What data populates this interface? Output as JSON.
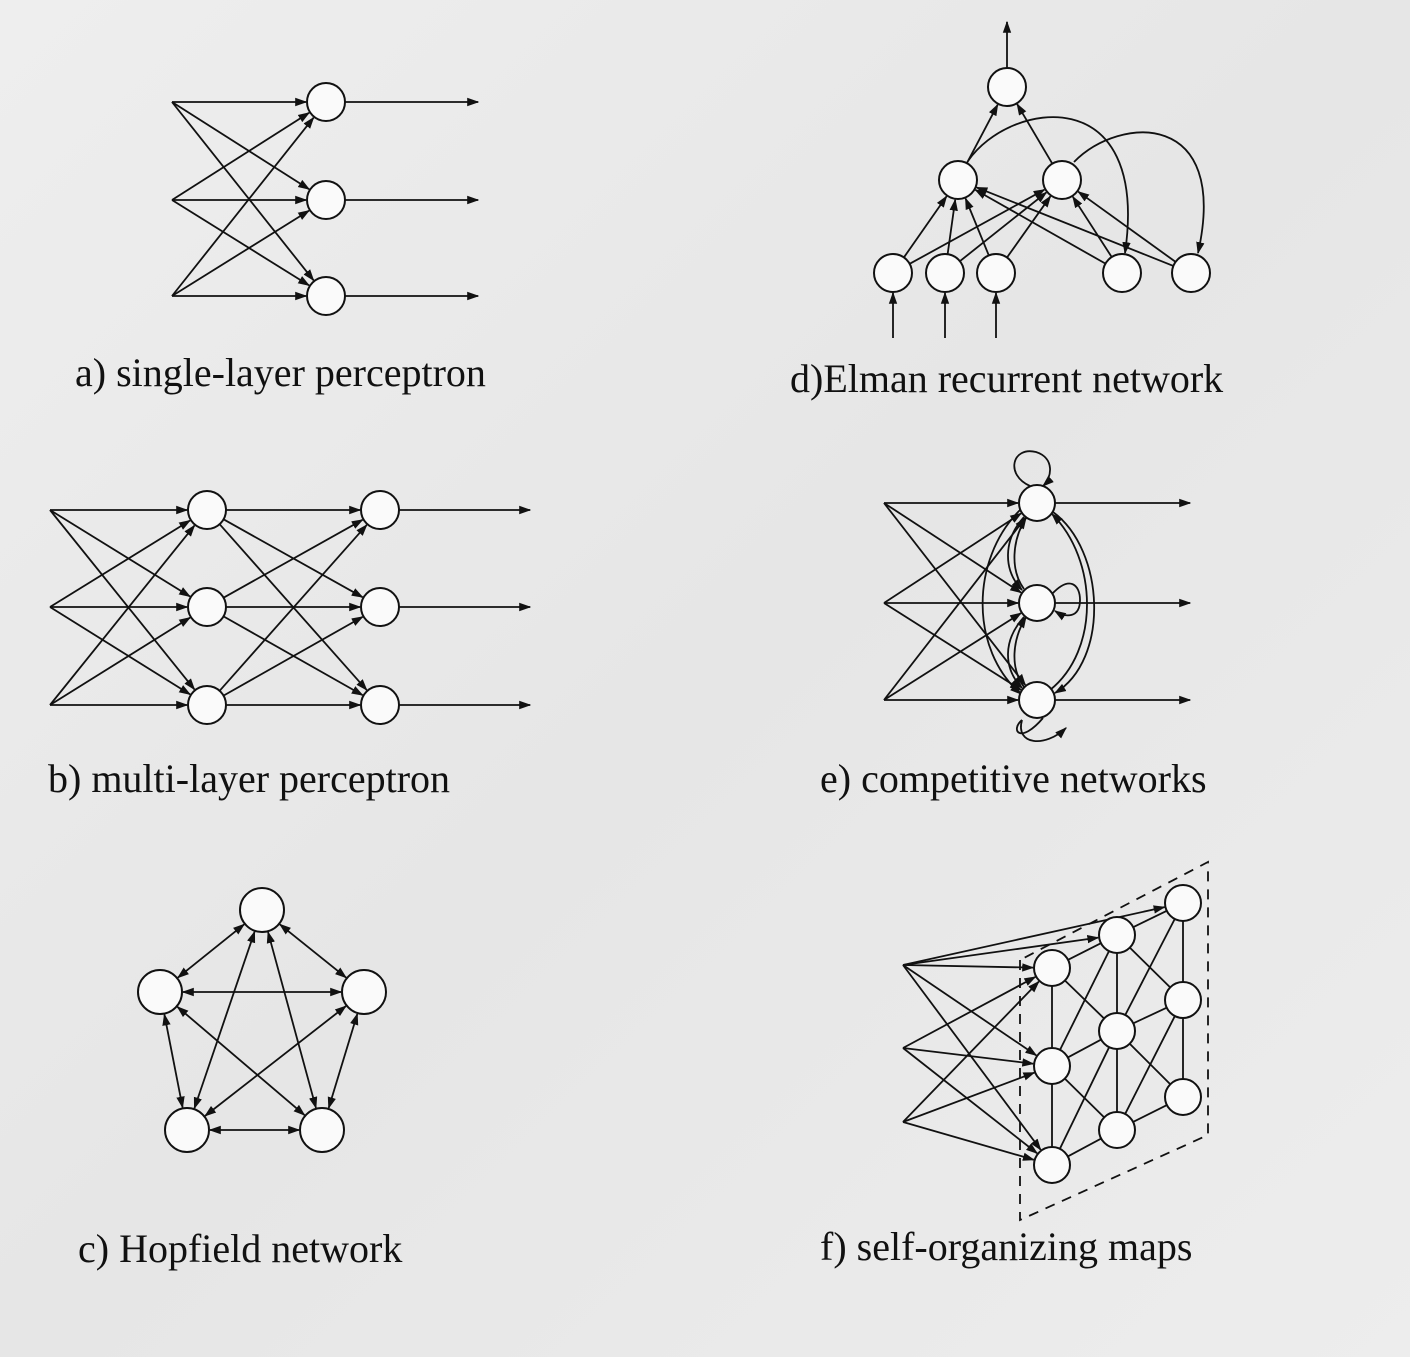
{
  "captions": {
    "a": "a) single-layer perceptron",
    "b": "b) multi-layer perceptron",
    "c": "c) Hopfield network",
    "d": "d)Elman recurrent network",
    "e": "e) competitive networks",
    "f": "f) self-organizing maps"
  }
}
